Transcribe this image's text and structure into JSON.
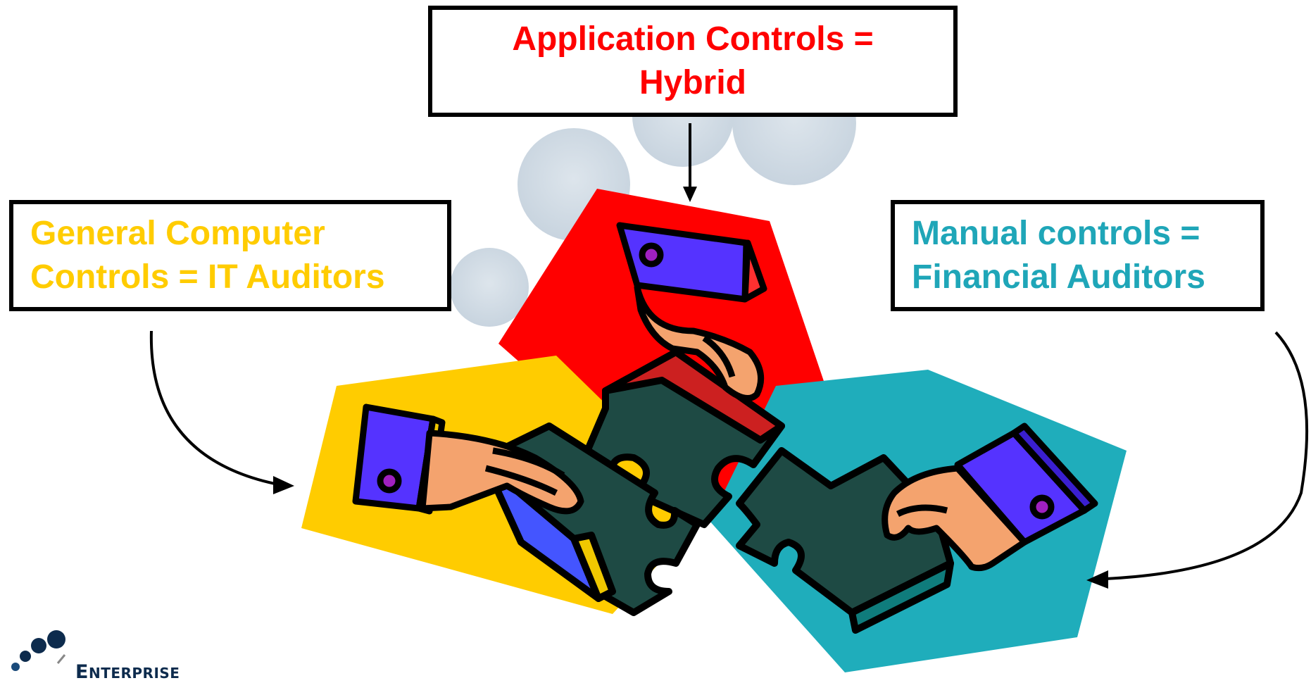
{
  "boxes": {
    "application": {
      "line1": "Application Controls =",
      "line2": "Hybrid",
      "color": "#ff0000"
    },
    "general": {
      "line1": "General Computer",
      "line2": "Controls = IT Auditors",
      "color": "#ffcc00"
    },
    "manual": {
      "line1": "Manual controls =",
      "line2": "Financial Auditors",
      "color": "#1fa6b8"
    }
  },
  "logo": {
    "initial": "E",
    "rest": "NTERPRISE"
  },
  "colors": {
    "red_pentagon": "#ff0000",
    "yellow_pentagon": "#ffcc00",
    "teal_pentagon": "#1fadbb",
    "sleeve": "#5533ff",
    "hand": "#f4a36e",
    "puzzle_piece": "#1e4a44"
  }
}
